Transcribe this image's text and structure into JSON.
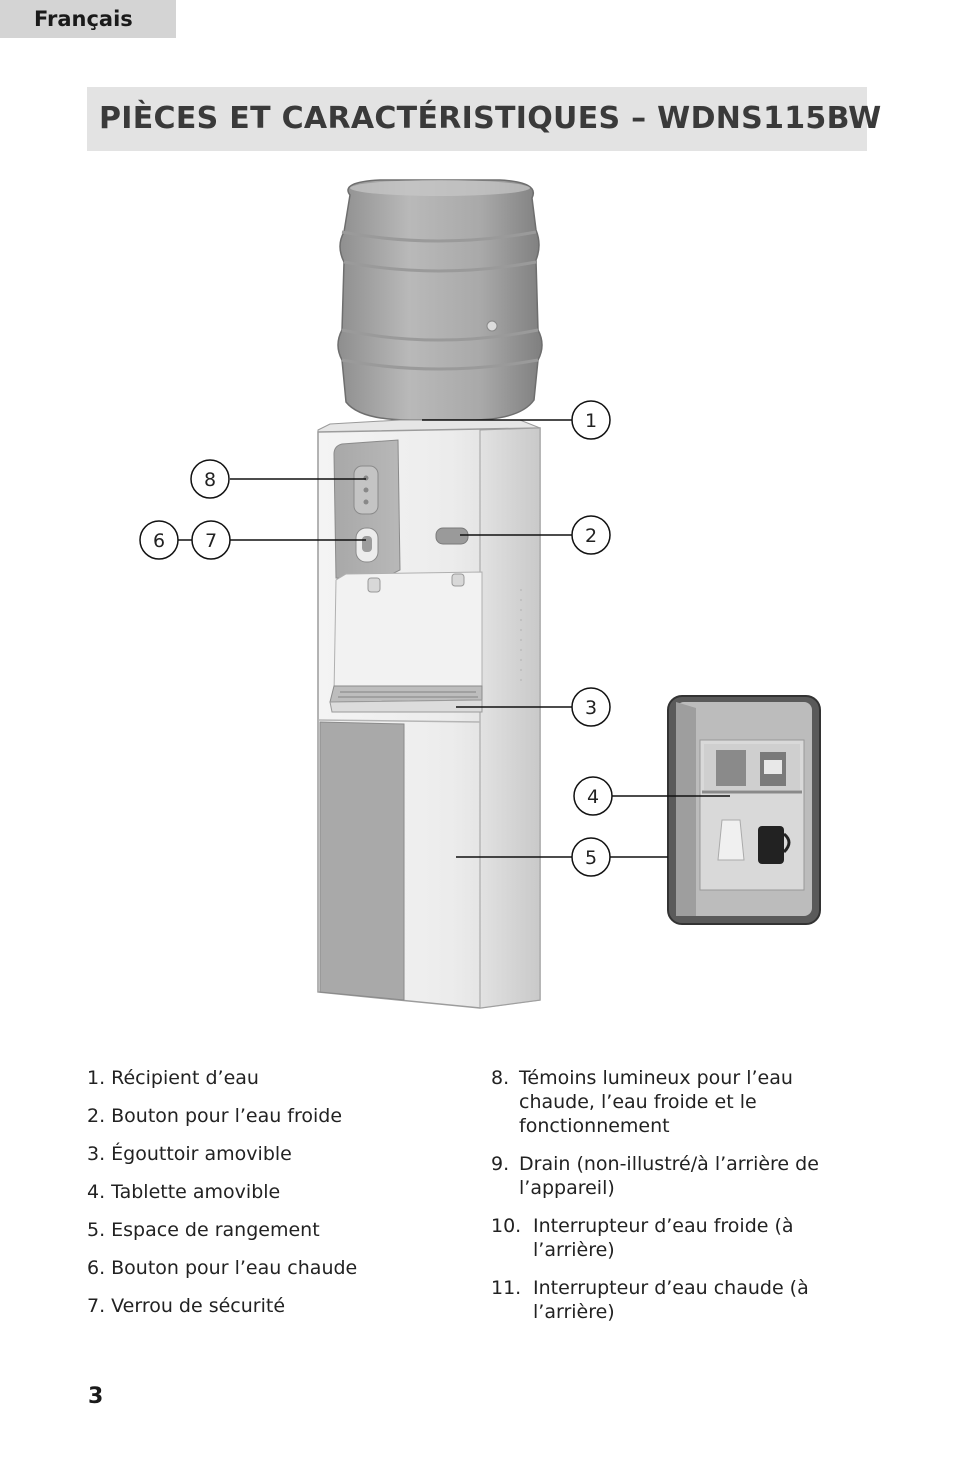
{
  "header": {
    "language": "Français"
  },
  "title": "PIÈCES ET CARACTÉRISTIQUES – WDNS115BW",
  "callouts": [
    "1",
    "2",
    "3",
    "4",
    "5",
    "6",
    "7",
    "8"
  ],
  "parts_left": [
    {
      "num": "1.",
      "text": "Récipient d’eau"
    },
    {
      "num": "2.",
      "text": "Bouton pour l’eau froide"
    },
    {
      "num": "3.",
      "text": "Égouttoir amovible"
    },
    {
      "num": "4.",
      "text": "Tablette amovible"
    },
    {
      "num": "5.",
      "text": "Espace de rangement"
    },
    {
      "num": "6.",
      "text": "Bouton pour l’eau chaude"
    },
    {
      "num": "7.",
      "text": "Verrou de sécurité"
    }
  ],
  "parts_right": [
    {
      "num": "8.",
      "text": "Témoins lumineux pour l’eau chaude, l’eau froide et le fonctionnement"
    },
    {
      "num": "9.",
      "text": "Drain (non-illustré/à l’arrière de l’appareil)"
    },
    {
      "num": "10.",
      "text": "Interrupteur d’eau froide (à l’arrière)"
    },
    {
      "num": "11.",
      "text": "Interrupteur d’eau chaude (à l’arrière)"
    }
  ],
  "page_number": "3"
}
